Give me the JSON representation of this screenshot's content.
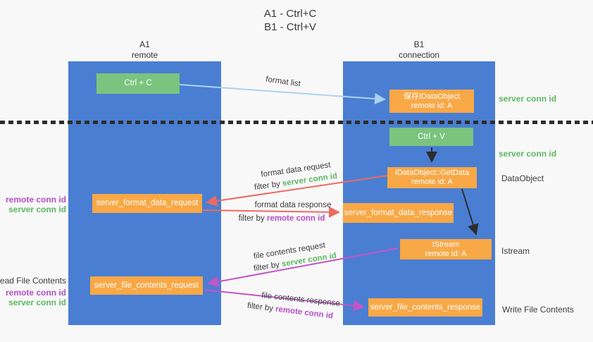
{
  "title": {
    "line1": "A1 - Ctrl+C",
    "line2": "B1 - Ctrl+V"
  },
  "lanes": {
    "a": {
      "name": "A1",
      "subtitle": "remote"
    },
    "b": {
      "name": "B1",
      "subtitle": "connection"
    }
  },
  "nodes": {
    "ctrl_c": "Ctrl + C",
    "ctrl_v": "Ctrl + V",
    "save_dataobject_line1": "保存IDataObject",
    "save_dataobject_line2": "remote id: A",
    "getdata_line1": "IDataObject::GetData",
    "getdata_line2": "remote id: A",
    "istream_line1": "IStream",
    "istream_line2": "remote id: A",
    "format_request": "server_format_data_request",
    "format_response": "server_format_data_response",
    "file_request": "server_file_contents_request",
    "file_response": "server_file_contents_response"
  },
  "arrow_labels": {
    "format_list": "format list",
    "format_data_request": "format data request",
    "format_data_response": "format data response",
    "file_contents_request": "file contents request",
    "file_contents_response": "file contents response",
    "filter_by": "filter by",
    "server_conn_id": "server conn id",
    "remote_conn_id": "remote conn id"
  },
  "side_labels": {
    "server_conn_id_top": "server conn id",
    "server_conn_id_mid": "server conn id",
    "dataobject": "DataObject",
    "istream": "Istream",
    "write_file_contents": "Write File Contents",
    "read_file_contents": "Read File Contents",
    "remote_conn_id_mid": "remote conn id",
    "server_conn_id_left_mid": "server conn id",
    "remote_conn_id_bottom": "remote conn id",
    "server_conn_id_bottom": "server conn id"
  },
  "colors": {
    "lane_blue": "#4a7ed2",
    "node_green": "#7ac47f",
    "node_orange": "#f8a846",
    "conn_id_green": "#5cb961",
    "conn_id_purple": "#b44fc8",
    "arrow_red": "#ee6a60",
    "arrow_magenta": "#c455c9",
    "arrow_light_blue": "#a9d3ee",
    "arrow_black": "#2d2d2d",
    "separator": "#2d2d2d"
  }
}
